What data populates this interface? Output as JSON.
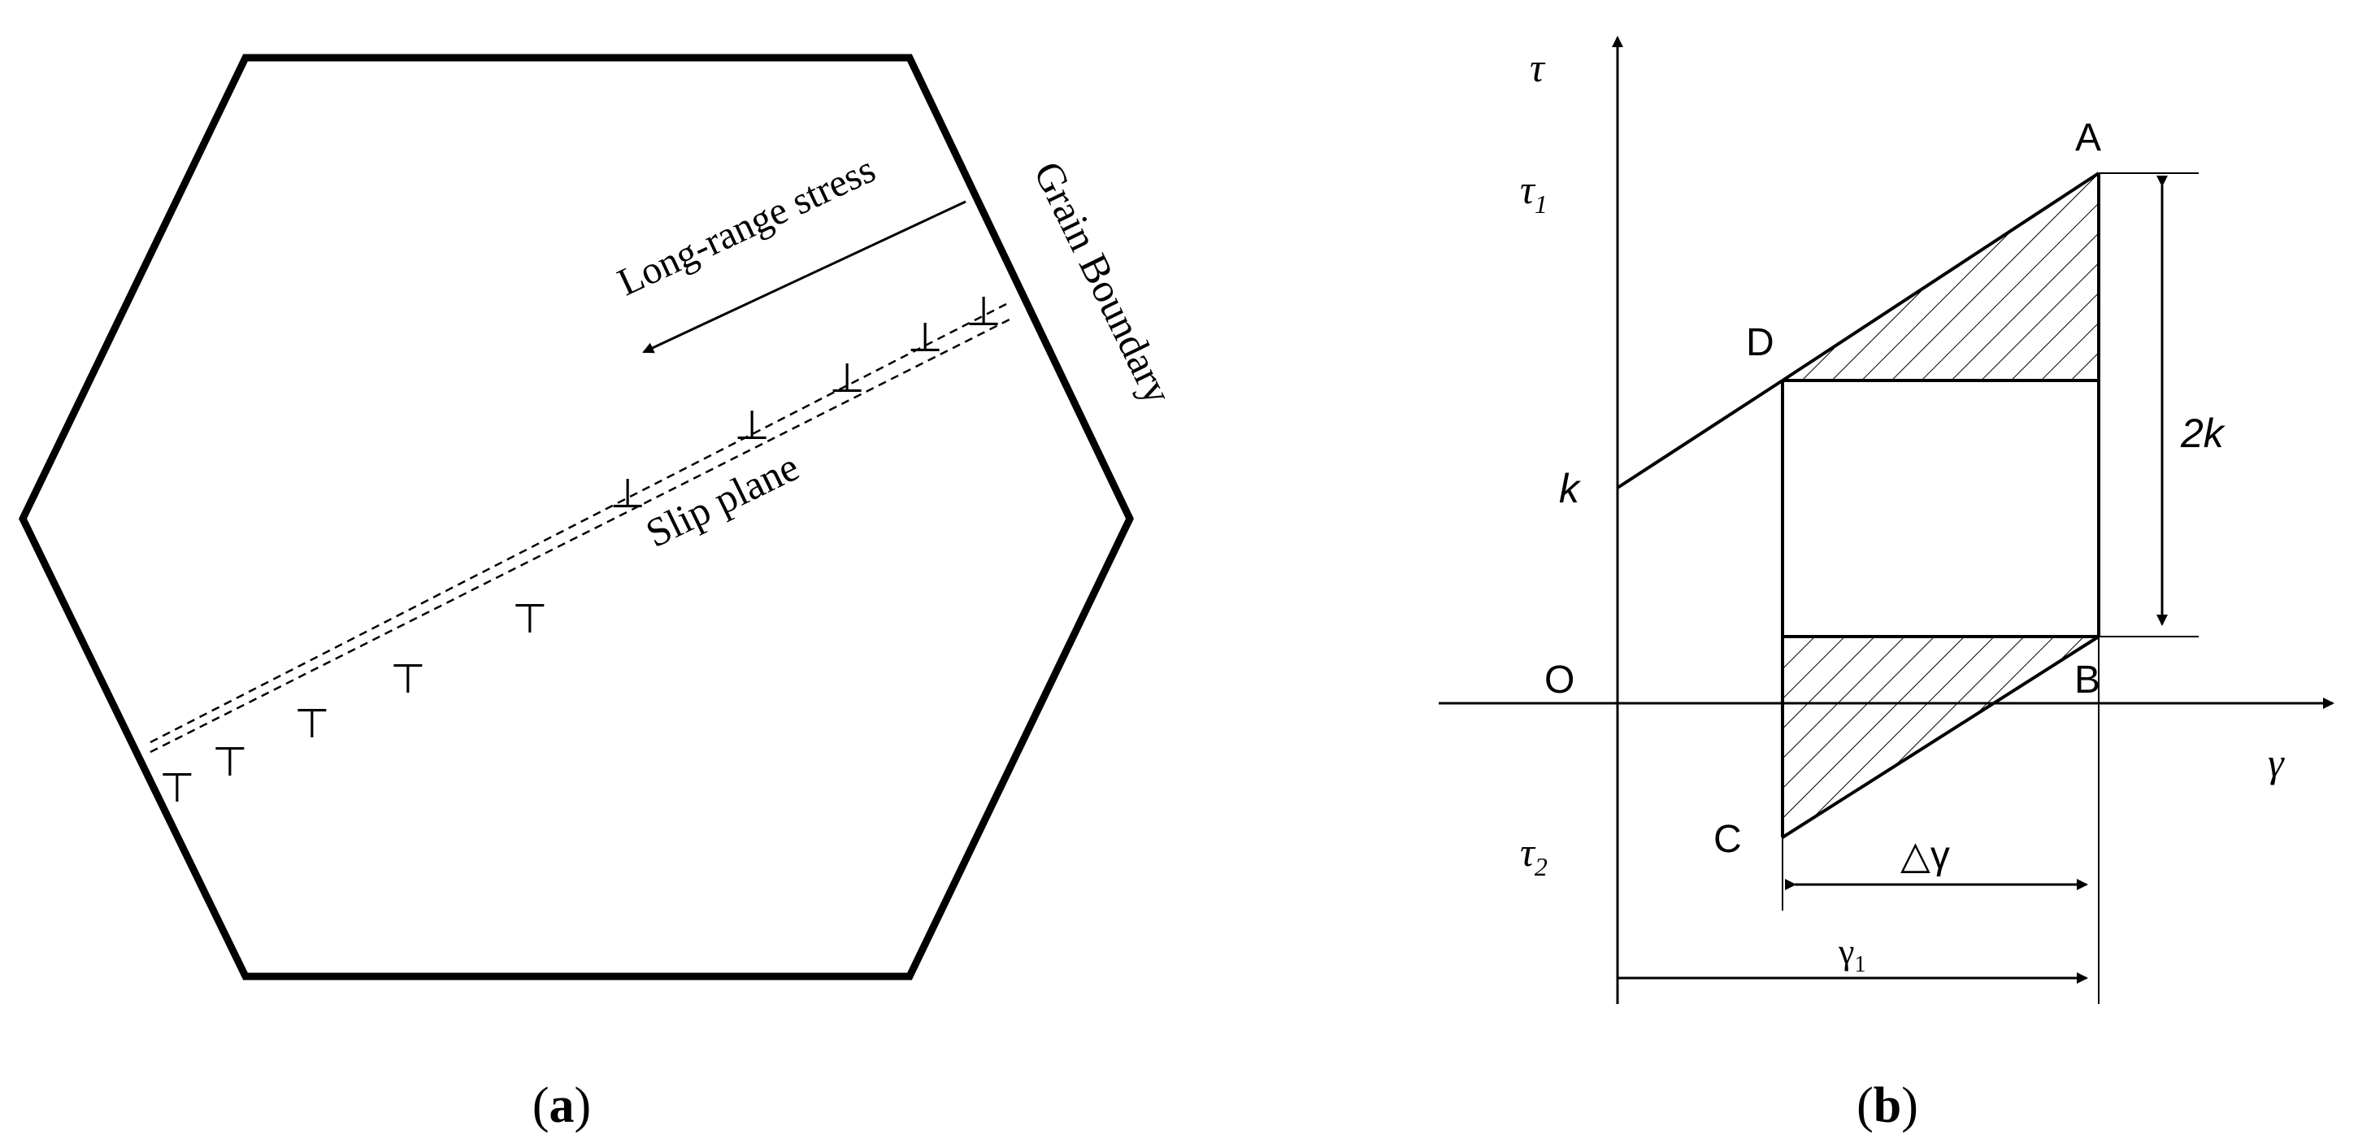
{
  "panel_a": {
    "caption_open": "(",
    "caption_letter": "a",
    "caption_close": ")",
    "long_range_stress": "Long-range stress",
    "grain_boundary": "Grain Boundary",
    "slip_plane": "Slip plane",
    "dislocation_symbol": "⊥"
  },
  "panel_b": {
    "caption_open": "(",
    "caption_letter": "b",
    "caption_close": ")",
    "axis_tau": "τ",
    "axis_gamma": "γ",
    "tau1_base": "τ",
    "tau1_sub": "1",
    "tau2_base": "τ",
    "tau2_sub": "2",
    "k_label": "k",
    "two_k_label": "2k",
    "origin_label": "O",
    "point_A": "A",
    "point_B": "B",
    "point_C": "C",
    "point_D": "D",
    "delta_gamma": "△γ",
    "gamma1_base": "γ",
    "gamma1_sub": "1"
  },
  "colors": {
    "ink": "#000000",
    "background": "#ffffff"
  }
}
